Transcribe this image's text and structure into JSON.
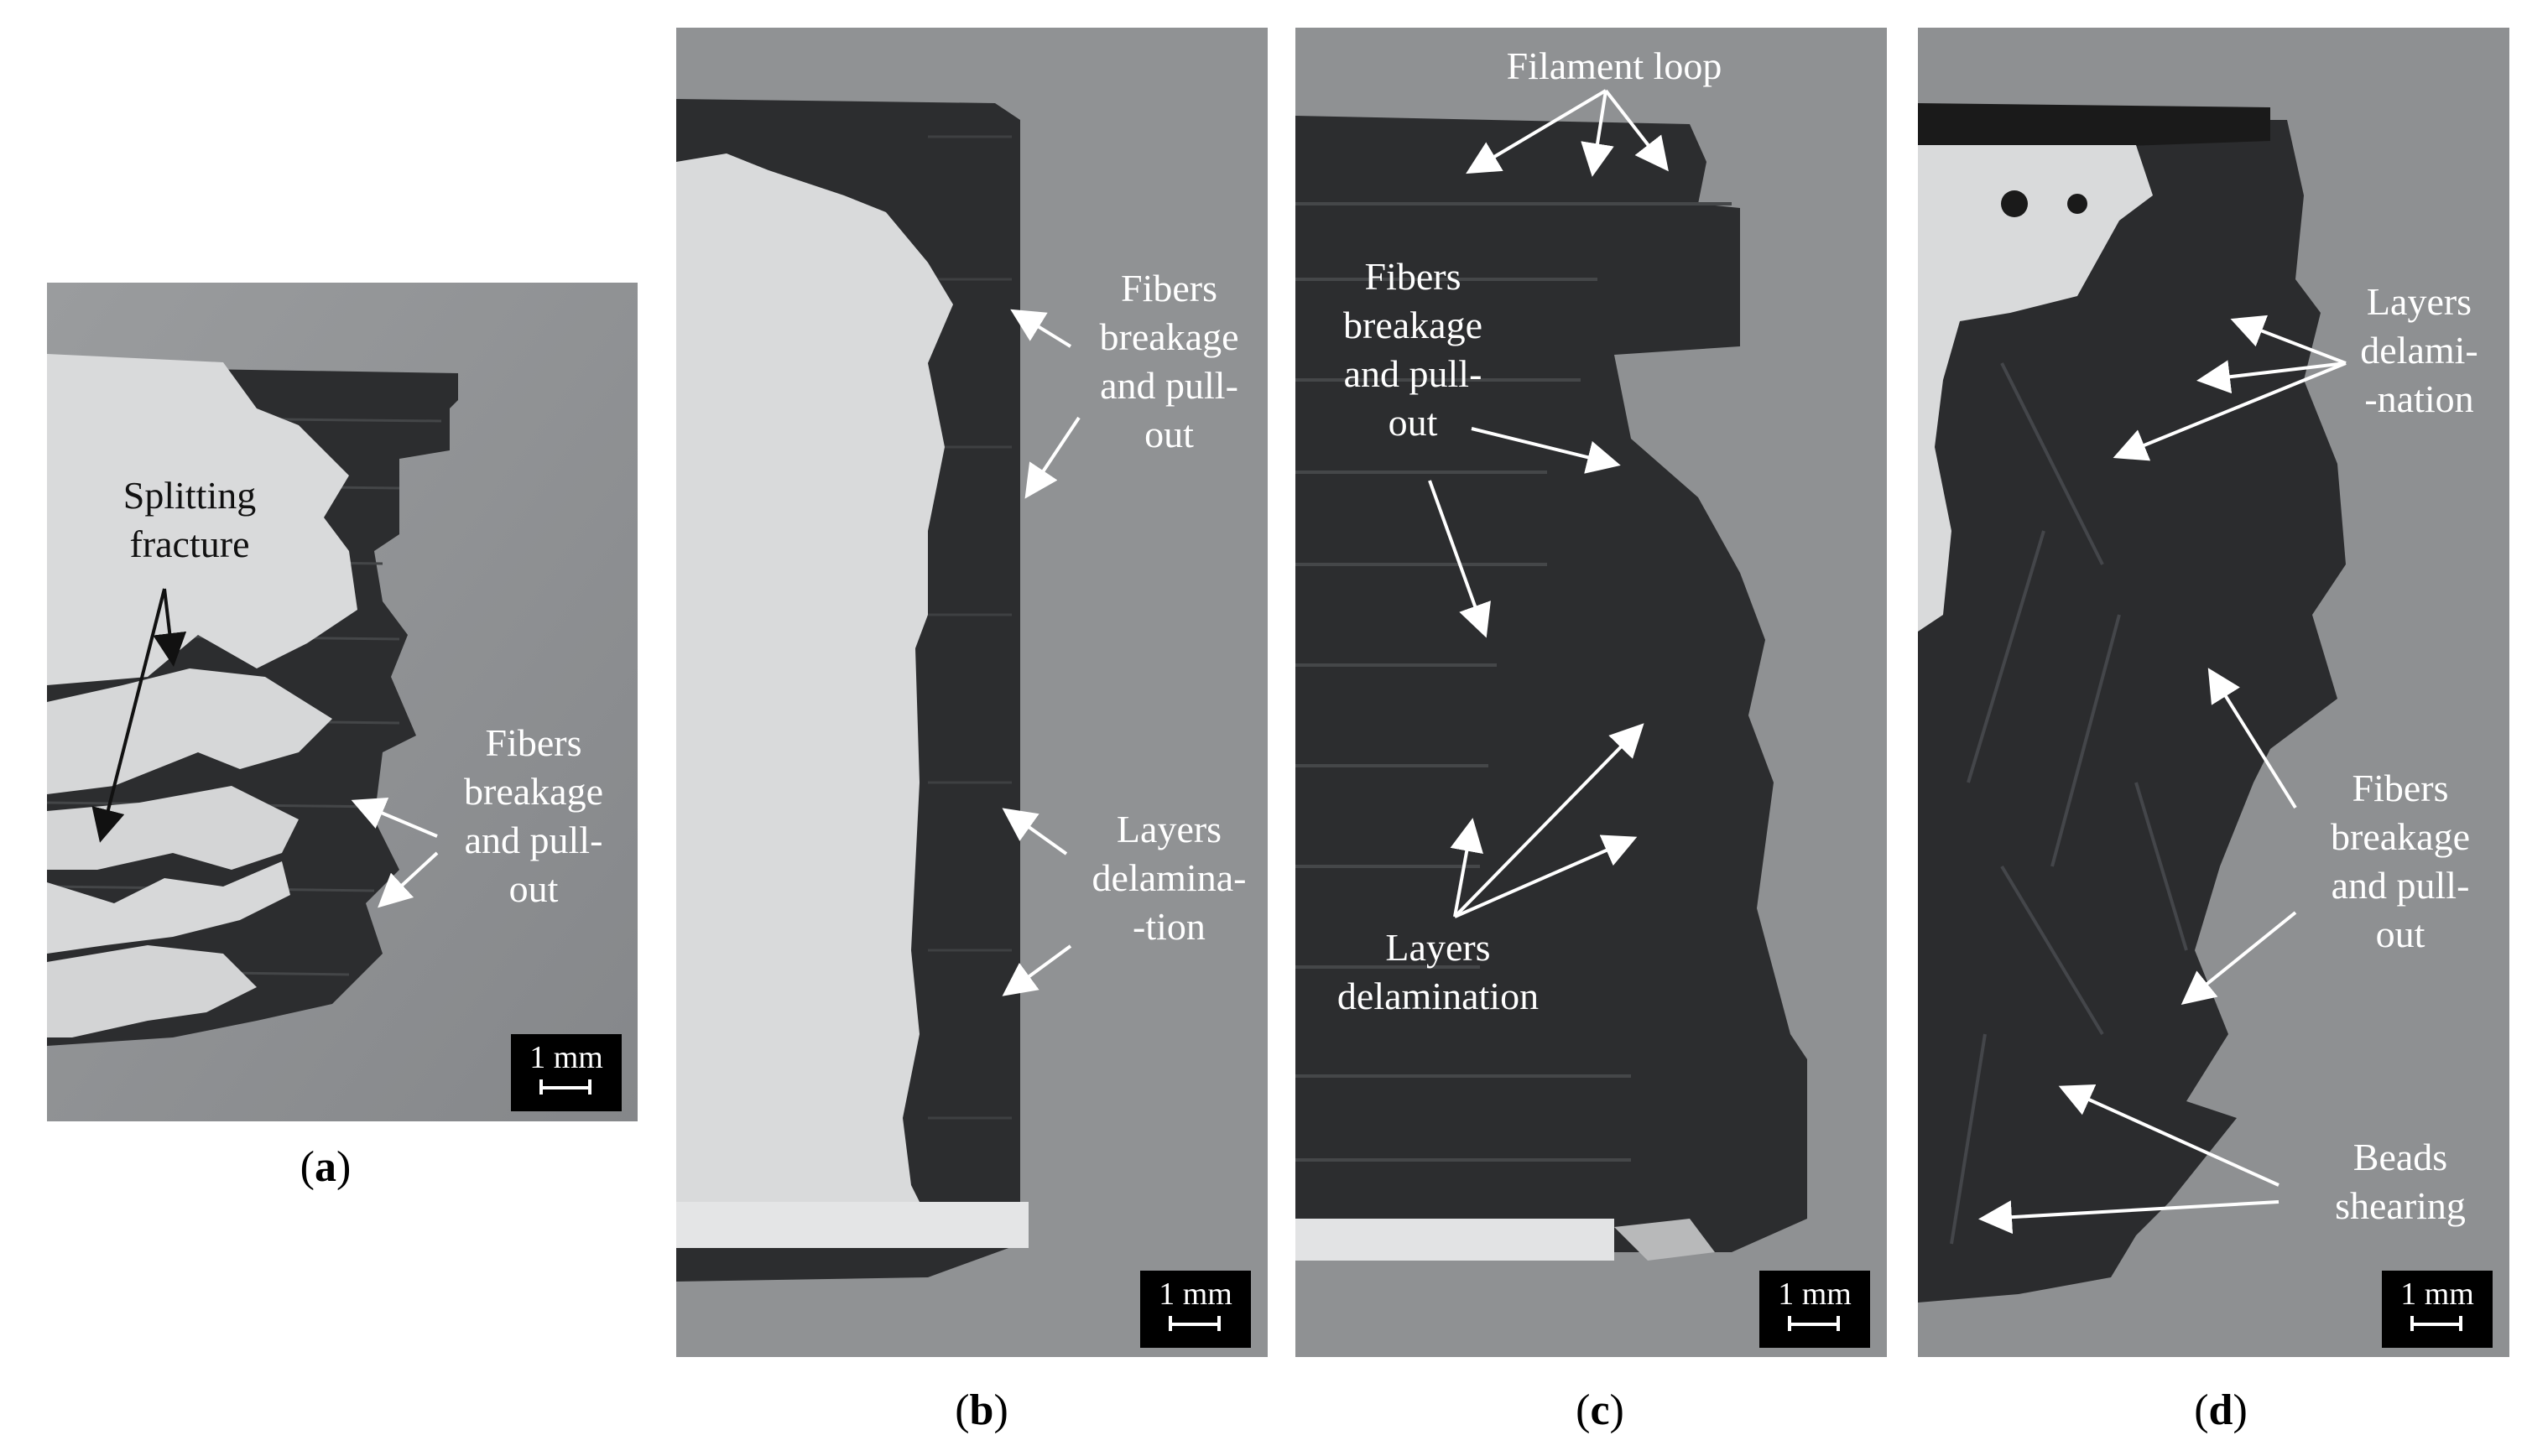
{
  "panels": {
    "a": {
      "caption_open": "(",
      "caption_letter": "a",
      "caption_close": ")",
      "labels": {
        "splitting": "Splitting\nfracture",
        "fibers": "Fibers\nbreakage\nand pull-\nout"
      },
      "scale": "1 mm"
    },
    "b": {
      "caption_open": "(",
      "caption_letter": "b",
      "caption_close": ")",
      "labels": {
        "fibers": "Fibers\nbreakage\nand pull-\nout",
        "layers": "Layers\ndelamina-\n-tion"
      },
      "scale": "1 mm"
    },
    "c": {
      "caption_open": "(",
      "caption_letter": "c",
      "caption_close": ")",
      "labels": {
        "filament": "Filament loop",
        "fibers": "Fibers\nbreakage\nand pull-\nout",
        "layers": "Layers\ndelamination"
      },
      "scale": "1 mm"
    },
    "d": {
      "caption_open": "(",
      "caption_letter": "d",
      "caption_close": ")",
      "labels": {
        "layers": "Layers\ndelami-\n-nation",
        "fibers": "Fibers\nbreakage\nand pull-\nout",
        "beads": "Beads\nshearing"
      },
      "scale": "1 mm"
    }
  },
  "colors": {
    "background_grey": "#8e9092",
    "composite_dark": "#2c2d2f",
    "polymer_white": "#d9dadb",
    "annotation_white": "#ffffff",
    "annotation_black": "#111111"
  }
}
